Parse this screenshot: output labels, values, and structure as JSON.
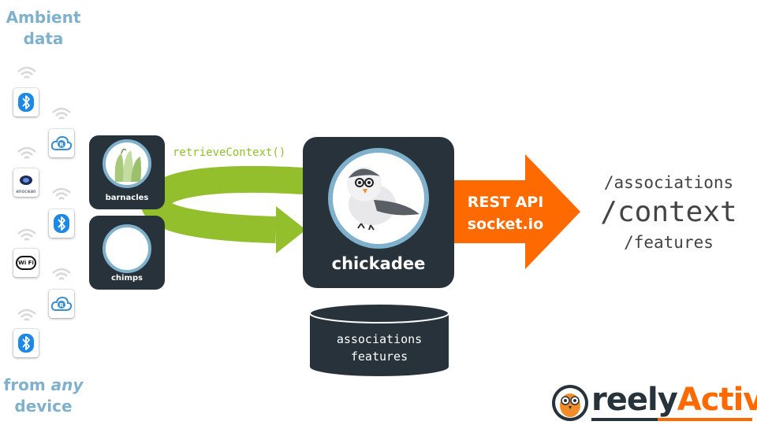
{
  "left": {
    "top_caption": [
      "Ambient",
      "data"
    ],
    "bottom_caption": {
      "line1_prefix": "from ",
      "line1_emphasis": "any",
      "line2": "device"
    },
    "device_icons": [
      "bluetooth-icon",
      "reelyactive-cloud-icon",
      "enocean-icon",
      "bluetooth-icon",
      "wifi-icon",
      "reelyactive-cloud-icon",
      "bluetooth-icon"
    ],
    "enocean_text": "enocean",
    "wifi_text": "Wi Fi"
  },
  "modules": {
    "barnacles": "barnacles",
    "chimps": "chimps",
    "chickadee": "chickadee"
  },
  "function_call": "retrieveContext()",
  "api": {
    "line1": "REST API",
    "line2": "socket.io"
  },
  "routes": [
    "/associations",
    "/context",
    "/features"
  ],
  "database": {
    "line1": "associations",
    "line2": "features"
  },
  "brand": {
    "prefix": "reely",
    "suffix": "Active"
  },
  "colors": {
    "caption_blue": "#7fb1cc",
    "module_dark": "#27323a",
    "arrow_green": "#93bf2d",
    "api_orange": "#ff6a00",
    "brand_dark": "#27323a",
    "brand_accent": "#ff6a00"
  }
}
